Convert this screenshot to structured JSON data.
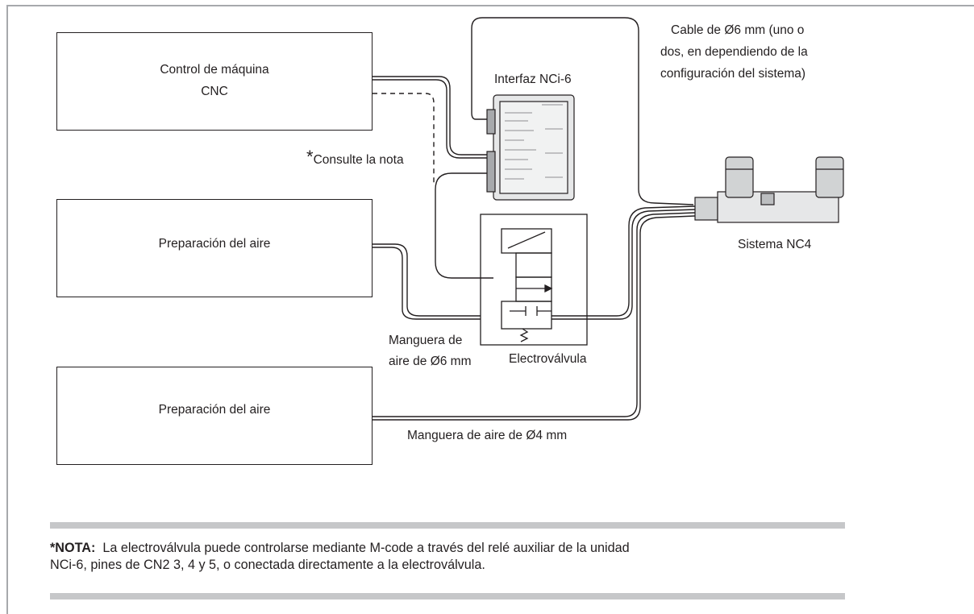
{
  "blocks": {
    "cnc_control": {
      "line1": "Control de máquina",
      "line2": "CNC"
    },
    "air_prep_1": "Preparación del aire",
    "air_prep_2": "Preparación del aire"
  },
  "labels": {
    "interface": "Interfaz NCi-6",
    "cable_line1": "Cable de Ø6 mm (uno o",
    "cable_line2": "dos, en dependiendo de la",
    "cable_line3": "configuración del sistema)",
    "see_note_star": "*",
    "see_note": "Consulte la nota",
    "system": "Sistema NC4",
    "hose6_line1": "Manguera de",
    "hose6_line2": "aire de Ø6 mm",
    "valve": "Electroválvula",
    "hose4": "Manguera de aire de Ø4 mm"
  },
  "note": {
    "prefix": "*NOTA:",
    "line1": "La electroválvula puede controlarse mediante M-code a través del relé auxiliar de la unidad",
    "line2": "NCi-6, pines de CN2 3, 4 y 5, o conectada directamente a la electroválvula."
  },
  "colors": {
    "line": "#231f20",
    "band": "#c6c7c9",
    "frame": "#a7a9ac",
    "device": "#e6e7e8"
  }
}
